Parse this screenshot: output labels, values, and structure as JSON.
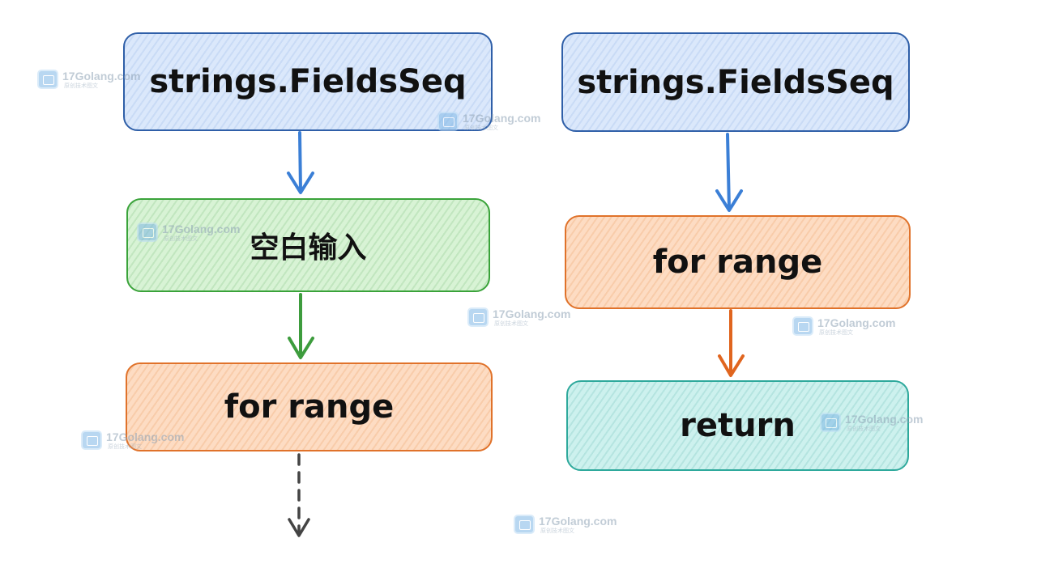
{
  "left_flow": {
    "box1": "strings.FieldsSeq",
    "box2": "空白输入",
    "box3": "for range"
  },
  "right_flow": {
    "box1": "strings.FieldsSeq",
    "box2": "for range",
    "box3": "return"
  },
  "watermark": {
    "site": "17Golang.com",
    "sub": "原创技术图文"
  },
  "colors": {
    "blue_border": "#2f5fa8",
    "blue_arrow": "#3b7fd6",
    "green_border": "#3aa33a",
    "green_arrow": "#3d9c3d",
    "orange_border": "#e0722a",
    "orange_arrow": "#e0651f",
    "teal_border": "#2ea99c",
    "dashed_arrow": "#444444"
  }
}
